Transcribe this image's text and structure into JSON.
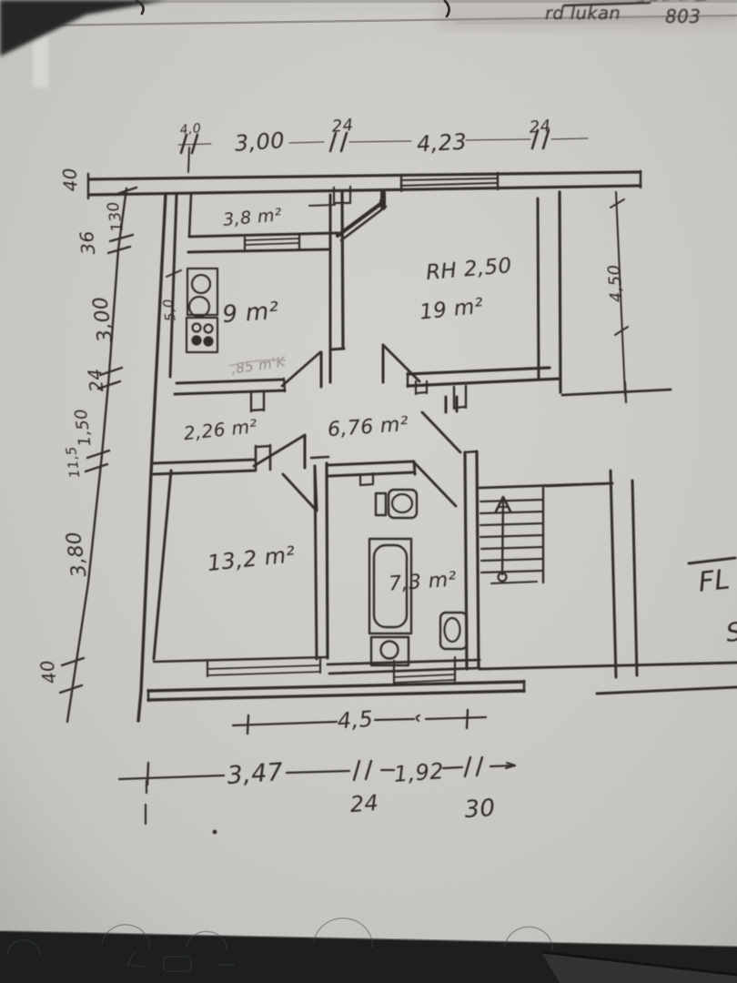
{
  "photo": {
    "overlay": {
      "handwritten_name": "rd lukan",
      "sheet_number": "803"
    },
    "colors": {
      "paper": "#d7d5d1",
      "ink": "#2e2b28",
      "pencil": "#7a756c",
      "background_top": "#242120",
      "background_bottom": "#171919"
    }
  },
  "floor_plan": {
    "rooms": {
      "storage": {
        "area_label": "3,8 m²"
      },
      "kitchen": {
        "area_label": "9 m²",
        "wall_note": "5,0"
      },
      "living": {
        "height_label": "RH 2,50",
        "area_label": "19 m²"
      },
      "closet": {
        "area_label": "2,26 m²"
      },
      "hall": {
        "area_label": "6,76 m²"
      },
      "bedroom": {
        "area_label": "13,2 m²"
      },
      "bathroom": {
        "area_label": "7,3 m²"
      },
      "landing": {
        "label": "FL",
        "partial_letter": "S"
      }
    },
    "pencil_note": ",85 m'K",
    "dimensions": {
      "top": [
        "4,0",
        "3,00",
        "24",
        "4,23",
        "24"
      ],
      "left": [
        "40",
        "130",
        "36",
        "3,00",
        "24",
        "1,50",
        "11,5",
        "3,80",
        "40"
      ],
      "right": [
        "4,50"
      ],
      "bottom_inner": [
        "4,5"
      ],
      "bottom": [
        "3,47",
        "24",
        "1,92",
        "30"
      ]
    }
  }
}
